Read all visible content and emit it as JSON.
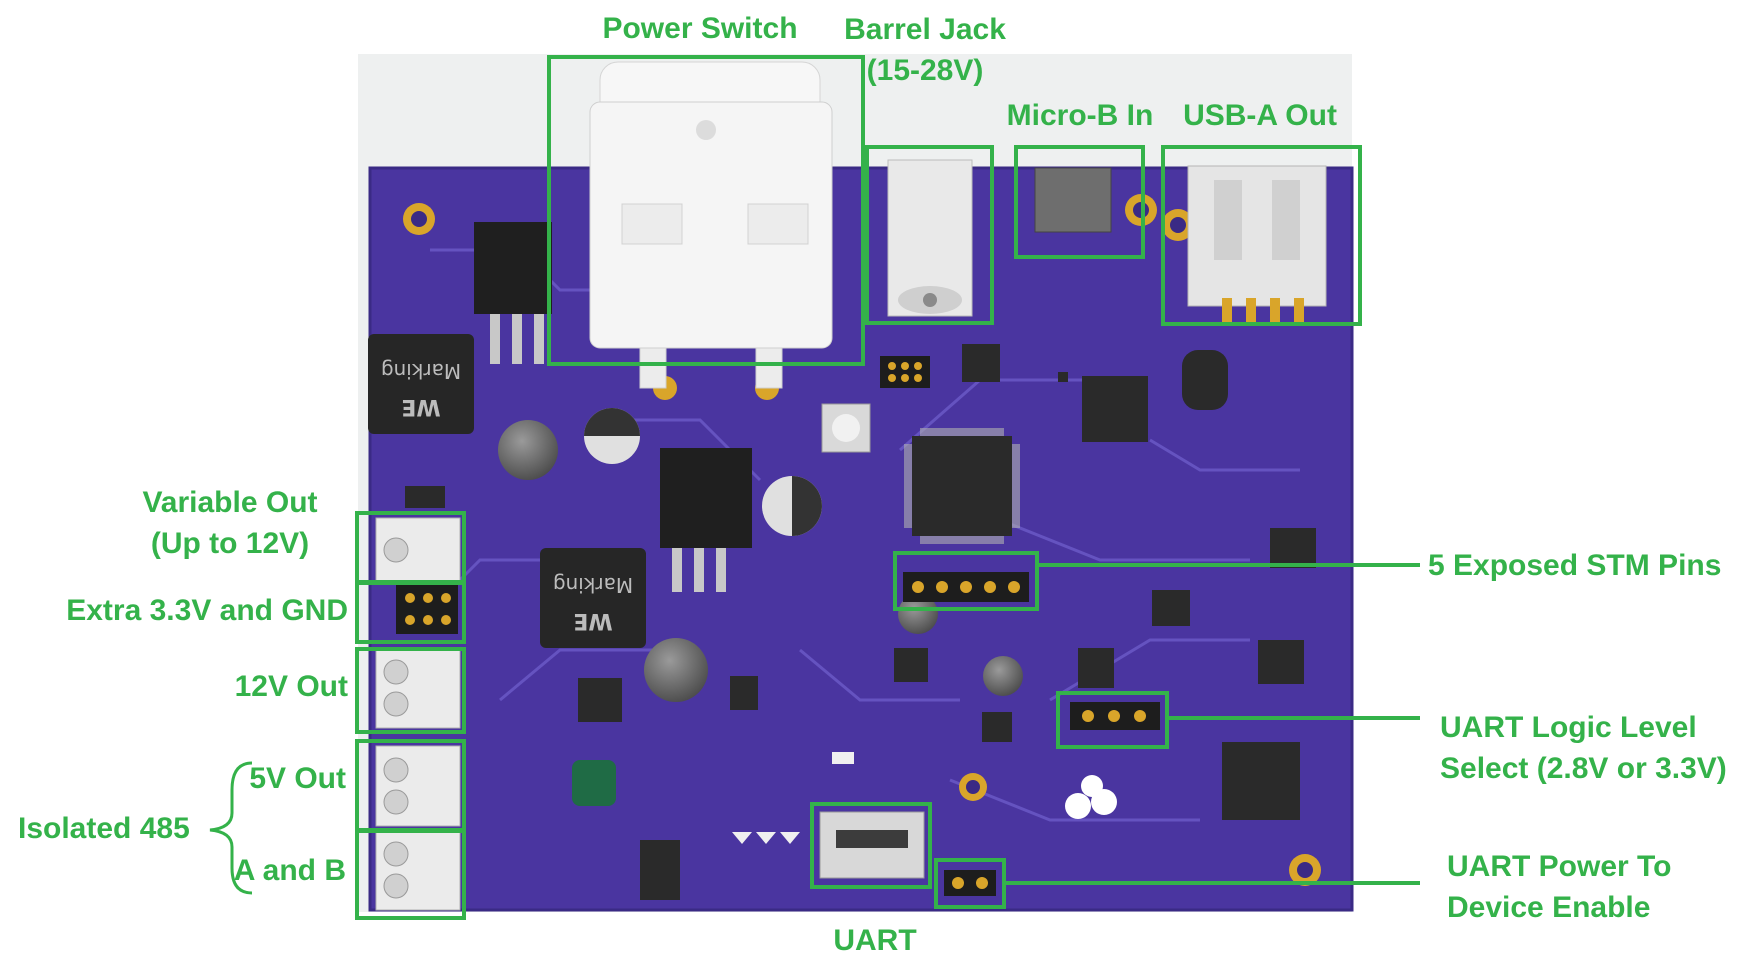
{
  "colors": {
    "accent": "#34b24a",
    "board": "#4a35a0",
    "board_edge": "#3a2a85",
    "trace": "#6553c0",
    "copper": "#d9a52a",
    "silk": "#e8e4ff",
    "component": "#2b2b2b",
    "terminal": "#e9e9e9",
    "switch": "#f5f5f5"
  },
  "diagram": {
    "labels": {
      "power_switch": "Power Switch",
      "barrel_jack_line1": "Barrel Jack",
      "barrel_jack_line2": "(15-28V)",
      "micro_b_in": "Micro-B In",
      "usb_a_out": "USB-A Out",
      "variable_out_line1": "Variable Out",
      "variable_out_line2": "(Up to 12V)",
      "extra_33v_gnd": "Extra 3.3V and GND",
      "out_12v": "12V Out",
      "out_5v": "5V Out",
      "isolated_485": "Isolated 485",
      "a_and_b": "A and B",
      "stm_pins": "5 Exposed STM Pins",
      "uart_level_line1": "UART Logic Level",
      "uart_level_line2": "Select (2.8V or 3.3V)",
      "uart_power_line1": "UART Power To",
      "uart_power_line2": "Device Enable",
      "uart": "UART"
    },
    "board_marking": "Marking",
    "board_logo": "WE"
  }
}
